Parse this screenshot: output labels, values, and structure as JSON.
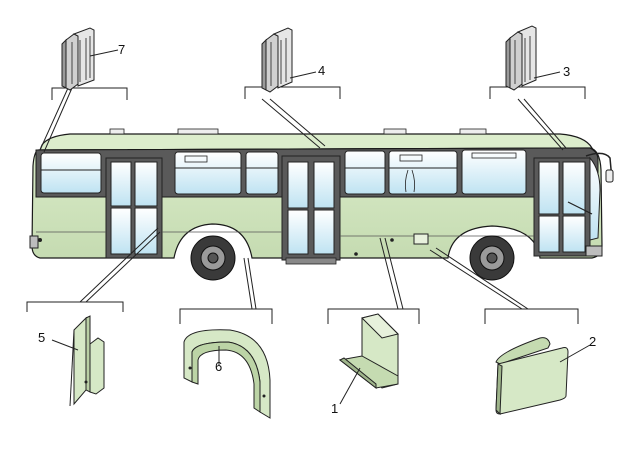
{
  "diagram": {
    "callouts": [
      {
        "id": "1",
        "label": "1"
      },
      {
        "id": "2",
        "label": "2"
      },
      {
        "id": "3",
        "label": "3"
      },
      {
        "id": "4",
        "label": "4"
      },
      {
        "id": "5",
        "label": "5"
      },
      {
        "id": "6",
        "label": "6"
      },
      {
        "id": "7",
        "label": "7"
      }
    ]
  },
  "colors": {
    "body": "#cfe2bd",
    "outline": "#1a1a1a",
    "window": "#c6e6f2",
    "window_frame": "#4a4a4a",
    "tire": "#333333",
    "part": "#d6e8c6",
    "metal": "#bcbcbc"
  }
}
